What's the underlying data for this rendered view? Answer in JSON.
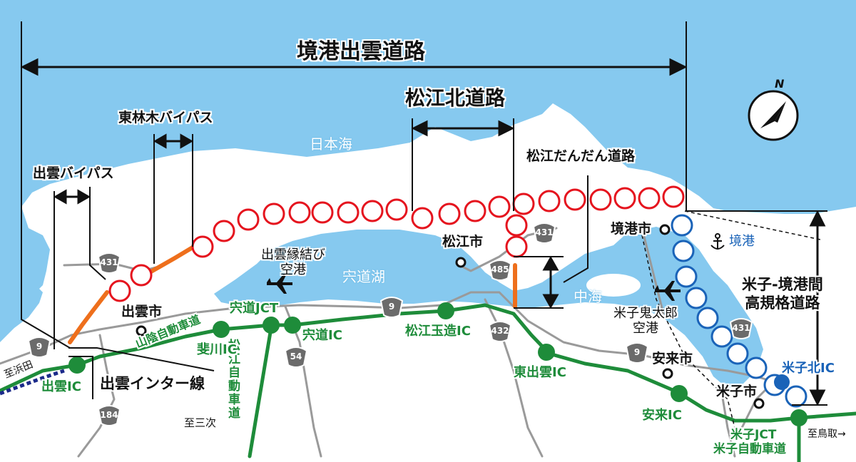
{
  "roads": {
    "sakai_izumo": "境港出雲道路",
    "matsue_kita": "松江北道路",
    "higashi_bayashigi": "東林木バイパス",
    "izumo_bypass": "出雲バイパス",
    "matsue_dandan": "松江だんだん道路",
    "yonago_sakai": "米子-境港間\n高規格道路",
    "izumo_inter": "出雲インター線",
    "sanin_expressway": "山陰自動車道",
    "matsue_expressway": "松\n江\n自\n動\n車\n道",
    "yonago_expressway": "米子自動車道"
  },
  "water": {
    "sea_of_japan": "日本海",
    "lake_shinji": "宍道湖",
    "nakaumi": "中海",
    "sakai_port": "境港"
  },
  "cities": {
    "izumo": "出雲市",
    "matsue": "松江市",
    "sakaiminato": "境港市",
    "yasugi": "安来市",
    "yonago": "米子市"
  },
  "airports": {
    "izumo": "出雲縁結び\n空港",
    "yonago": "米子鬼太郎\n空港"
  },
  "interchanges": {
    "izumo_ic": "出雲IC",
    "hikawa_ic": "斐川IC",
    "shinji_jct": "宍道JCT",
    "shinji_ic": "宍道IC",
    "matsue_tamatsukuri_ic": "松江玉造IC",
    "higashi_izumo_ic": "東出雲IC",
    "yasugi_ic": "安来IC",
    "yonago_kita_ic": "米子北IC",
    "yonago_jct": "米子JCT"
  },
  "directions": {
    "to_hamada": "至浜田",
    "to_miyoshi": "至三次",
    "to_tottori": "至鳥取→"
  },
  "route_numbers": [
    "9",
    "431",
    "485",
    "432",
    "54",
    "184"
  ],
  "compass": "N",
  "colors": {
    "sea": "#86c9ef",
    "land": "#ffffff",
    "expressway": "#1e8c3a",
    "planned_red": "#e5141e",
    "planned_blue": "#1a63b8",
    "opened_orange": "#ee6f1c",
    "national_road": "#9a9a9a"
  }
}
